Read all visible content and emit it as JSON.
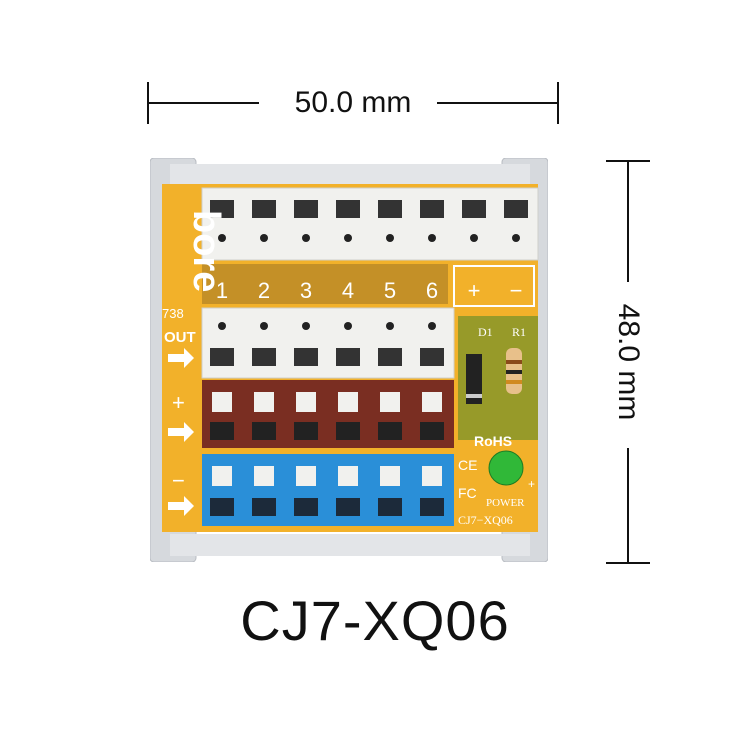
{
  "dimensions": {
    "width_label": "50.0 mm",
    "height_label": "48.0 mm"
  },
  "product": {
    "model": "CJ7-XQ06"
  },
  "board": {
    "brand": "bore",
    "side_code": "738",
    "out_label": "OUT",
    "plus_sign": "+",
    "minus_sign": "−",
    "terminal_numbers": [
      "1",
      "2",
      "3",
      "4",
      "5",
      "6"
    ],
    "power_in_labels": [
      "+",
      "−"
    ],
    "component_labels": [
      "D1",
      "R1"
    ],
    "rohs": "RoHS",
    "ce": "CE",
    "fc": "FC",
    "power": "POWER",
    "led_plus": "+",
    "silk_model": "CJ7−XQ06"
  },
  "colors": {
    "pcb": "#f2b12a",
    "rail": "#d5d8dc",
    "white_terminal": "#f1f1ee",
    "brown_terminal": "#7a2e22",
    "blue_terminal": "#2a8fd8",
    "green_pad": "#5a8a2a",
    "led": "#30b838"
  }
}
